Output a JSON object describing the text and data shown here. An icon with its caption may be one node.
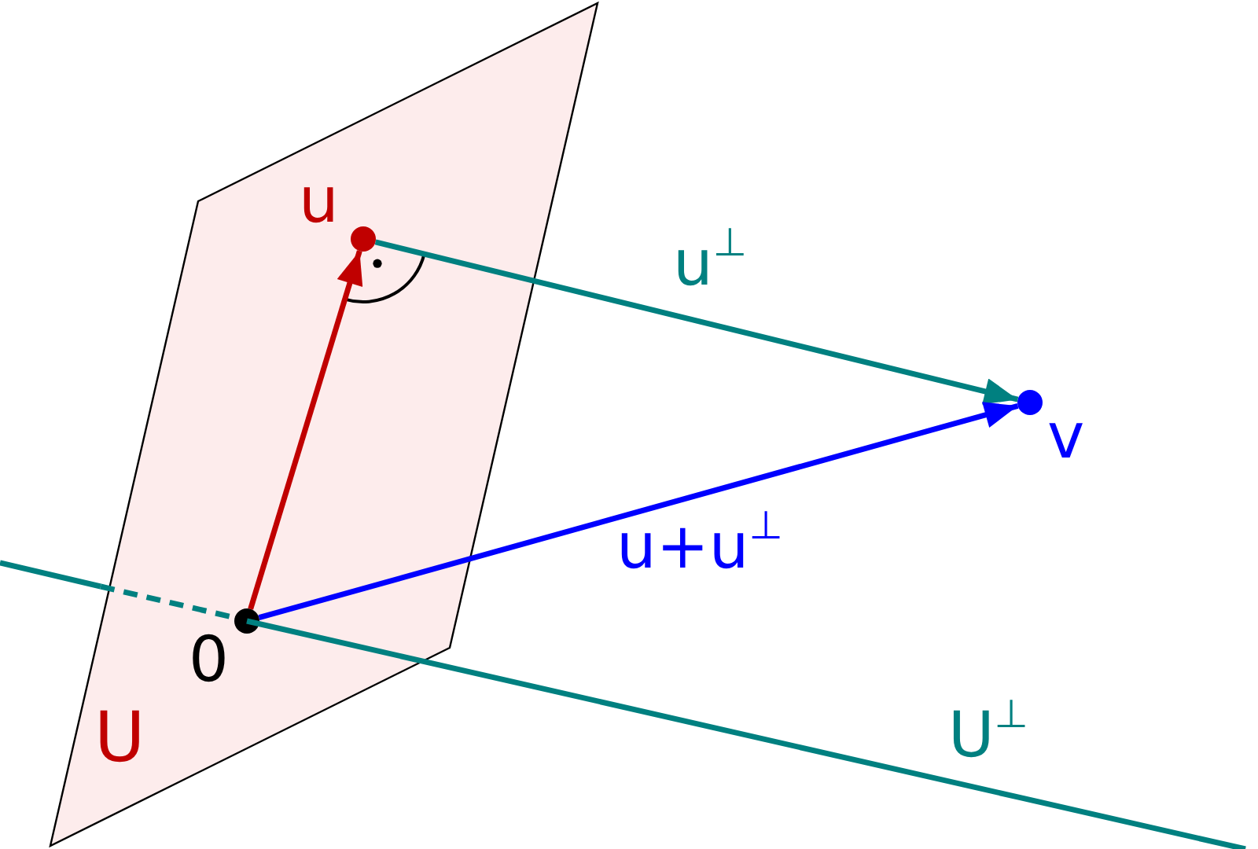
{
  "diagram": {
    "nodes": [
      {
        "text": [
          "U"
        ]
      },
      {
        "text": [],
        "shape": "circle",
        "beside": [
          "0"
        ],
        "in": 0
      },
      {
        "text": [],
        "shape": "circle",
        "beside": [
          "u"
        ],
        "in": 0
      },
      {
        "text": [],
        "shape": "circle",
        "beside": [
          "v"
        ]
      }
    ],
    "edges": [
      {
        "from": 1,
        "to": 2,
        "arrow": "to",
        "color": "#c00000"
      },
      {
        "from": 2,
        "to": 3,
        "arrow": "to",
        "label": "u$^{⊥}$",
        "color": "#008080"
      },
      {
        "from": 1,
        "to": 3,
        "arrow": "to",
        "label": "u+u$^{⊥}$",
        "color": "#0000ff"
      }
    ],
    "labels": [
      "U$^{⊥}$"
    ]
  }
}
